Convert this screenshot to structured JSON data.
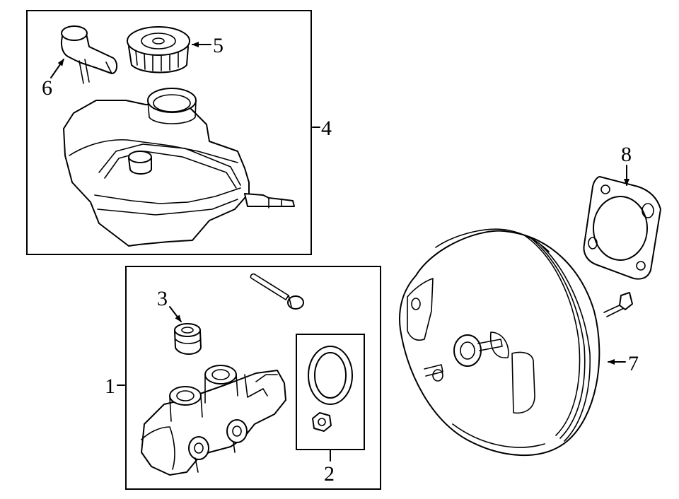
{
  "diagram": {
    "highlight_color": "#8fd3f4",
    "callouts": {
      "c1": "1",
      "c2": "2",
      "c3": "3",
      "c4": "4",
      "c5": "5",
      "c6": "6",
      "c7": "7",
      "c8": "8"
    }
  }
}
